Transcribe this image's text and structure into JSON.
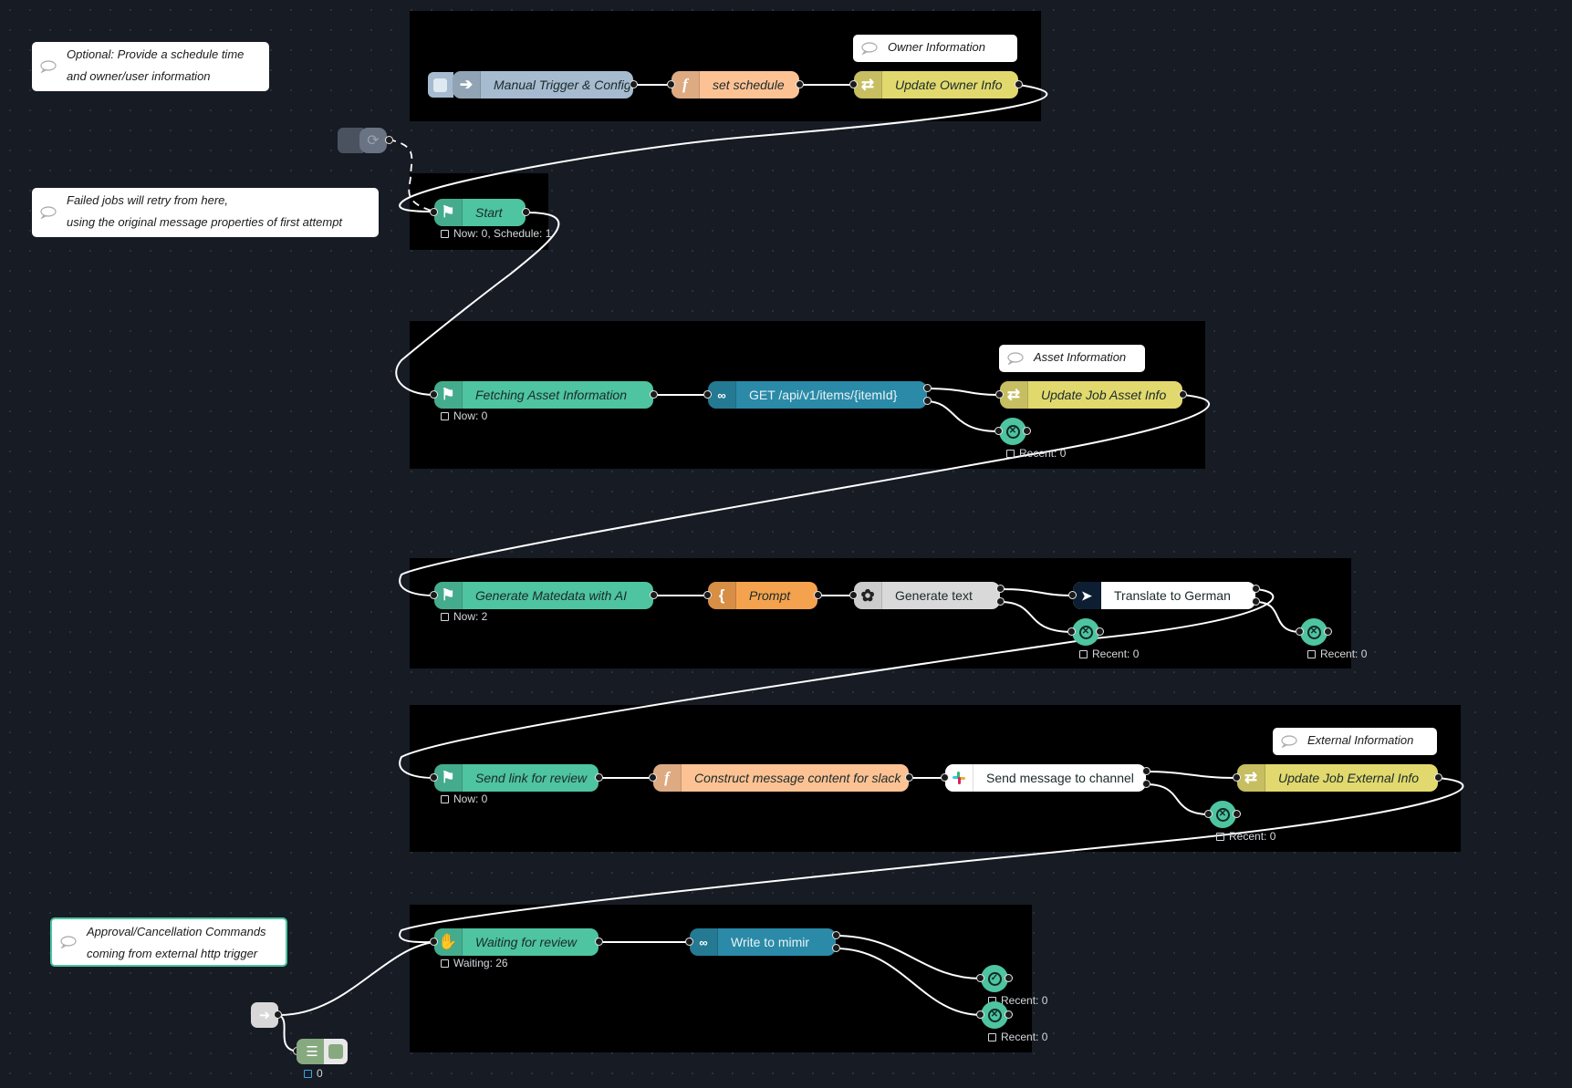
{
  "comments": {
    "schedule": [
      "Optional: Provide a schedule time",
      "and owner/user information"
    ],
    "retry": [
      "Failed jobs will retry from here,",
      "using the original message properties of first attempt"
    ],
    "approval": [
      "Approval/Cancellation Commands",
      "coming from external http trigger"
    ],
    "owner_info": "Owner Information",
    "asset_info": "Asset Information",
    "external_info": "External Information"
  },
  "nodes": {
    "manual_trigger": "Manual Trigger & Config",
    "set_schedule": "set schedule",
    "update_owner_info": "Update Owner Info",
    "start": "Start",
    "fetching_asset": "Fetching Asset Information",
    "get_api": "GET /api/v1/items/{itemId}",
    "update_job_asset": "Update Job Asset Info",
    "generate_metadata": "Generate Matedata with AI",
    "prompt": "Prompt",
    "generate_text": "Generate text",
    "translate_german": "Translate to German",
    "send_link": "Send link for review",
    "construct_message": "Construct message content for slack",
    "send_message": "Send message to channel",
    "update_job_external": "Update Job External Info",
    "waiting_review": "Waiting for review",
    "write_mimir": "Write to mimir"
  },
  "statuses": {
    "start": "Now: 0, Schedule: 1",
    "fetching": "Now: 0",
    "asset_error": "Recent: 0",
    "generate": "Now: 2",
    "gen_error": "Recent: 0",
    "translate_error": "Recent: 0",
    "send_link": "Now: 0",
    "external_error": "Recent: 0",
    "waiting": "Waiting: 26",
    "mimir_ok": "Recent: 0",
    "mimir_error": "Recent: 0",
    "http_counter": "0"
  },
  "colors": {
    "canvas": "#161b24",
    "group": "#000000",
    "flag_node": "#4ec4a0",
    "function_node": "#fdc294",
    "change_node": "#e2d96e",
    "http_node": "#2a8aa8",
    "inject_node": "#a6bbcf",
    "template_node": "#f5a24f",
    "ai_node": "#d9d9d9"
  },
  "icons": {
    "flag": "flag-icon",
    "function": "function-icon",
    "change": "shuffle-icon",
    "http": "http-icon",
    "inject": "arrow-right-icon",
    "template": "braces-icon",
    "openai": "openai-icon",
    "translate": "translate-icon",
    "slack": "slack-icon",
    "error": "x-circle-icon",
    "ok": "check-circle-icon",
    "comment": "speech-bubble-icon",
    "hand": "hand-icon"
  }
}
